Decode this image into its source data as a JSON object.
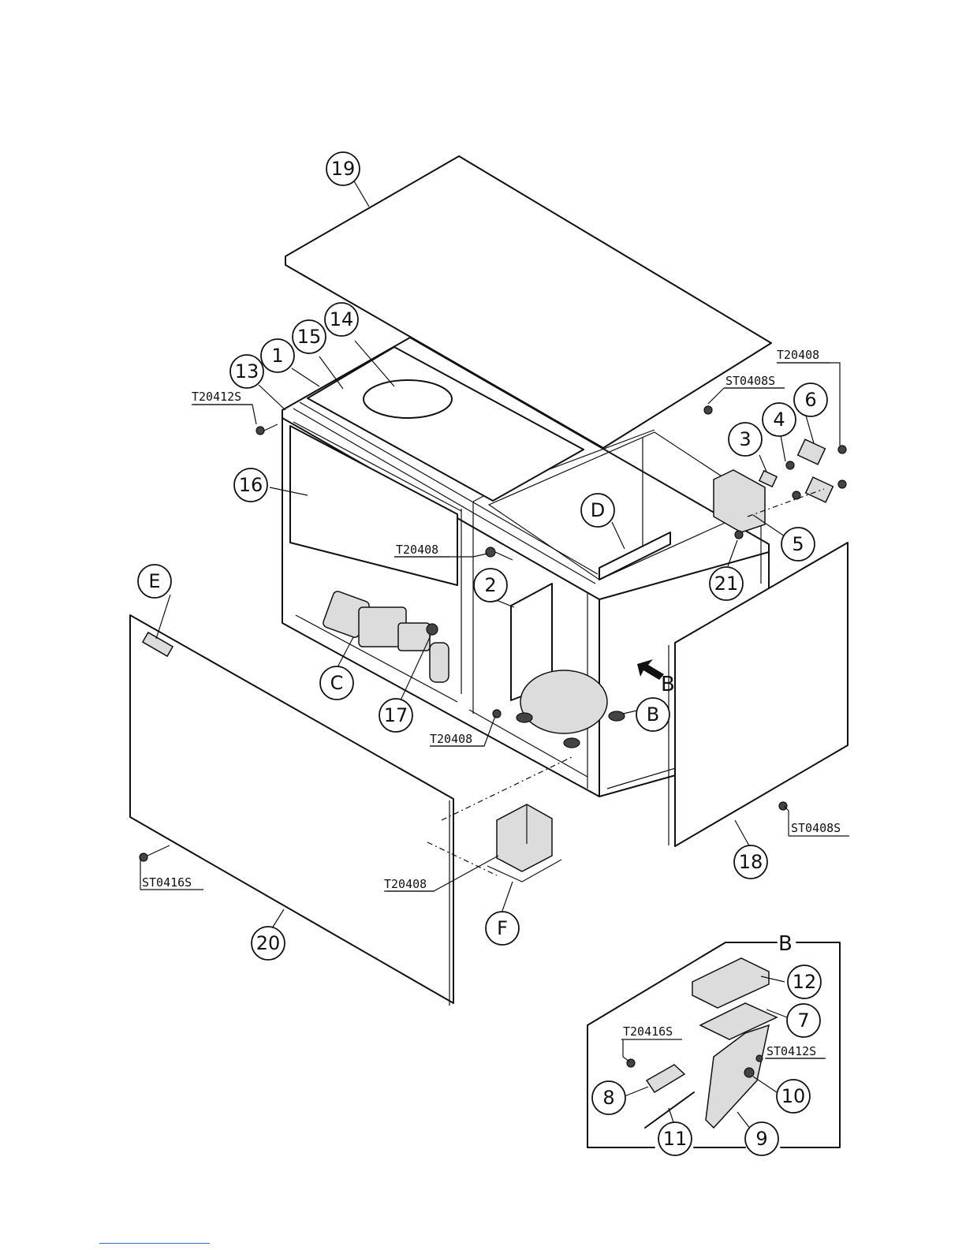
{
  "callouts": {
    "c1": "1",
    "c2": "2",
    "c3": "3",
    "c4": "4",
    "c5": "5",
    "c6": "6",
    "c7": "7",
    "c8": "8",
    "c9": "9",
    "c10": "10",
    "c11": "11",
    "c12": "12",
    "c13": "13",
    "c14": "14",
    "c15": "15",
    "c16": "16",
    "c17": "17",
    "c18": "18",
    "c19": "19",
    "c20": "20",
    "c21": "21",
    "cB": "B",
    "cC": "C",
    "cD": "D",
    "cE": "E",
    "cF": "F"
  },
  "screw_codes": {
    "t20408_top_right": "T20408",
    "st0408s_top": "ST0408S",
    "t20412s": "T20412S",
    "t20408_mid": "T20408",
    "t20408_low": "T20408",
    "t20408_bottom": "T20408",
    "st0408s_right": "ST0408S",
    "st0416s": "ST0416S",
    "t20416s": "T20416S",
    "st0412s": "ST0412S"
  },
  "view_labels": {
    "arrow_label": "B",
    "detail_title": "B"
  }
}
